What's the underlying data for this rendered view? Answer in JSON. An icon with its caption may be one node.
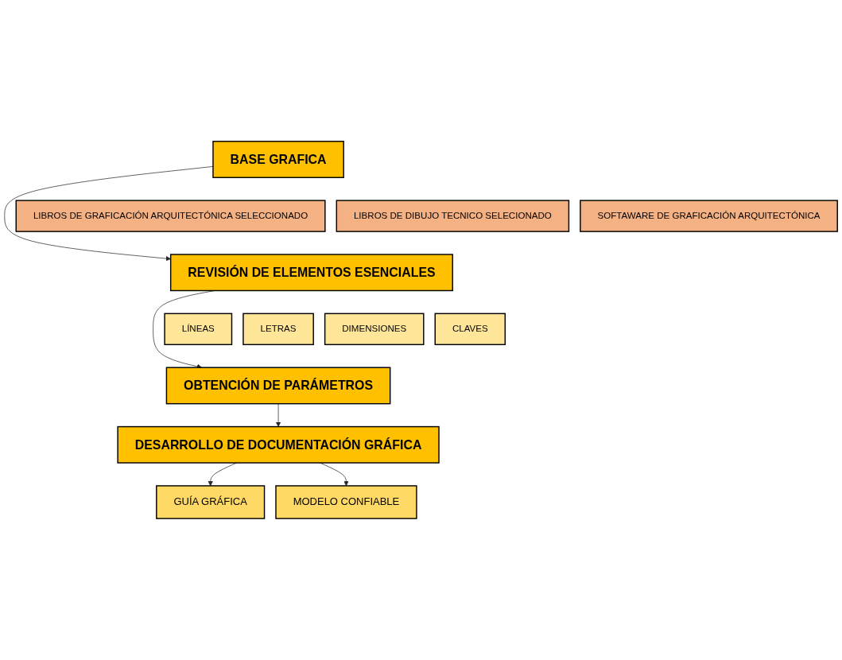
{
  "diagram": {
    "nodes": [
      {
        "text": [
          "BASE GRAFICA"
        ]
      },
      {
        "text": [
          "LIBROS DE GRAFICACIÓN ARQUITECTÓNICA SELECCIONADO"
        ]
      },
      {
        "text": [
          "LIBROS DE DIBUJO TECNICO SELECIONADO"
        ]
      },
      {
        "text": [
          "SOFTAWARE DE GRAFICACIÓN ARQUITECTÓNICA"
        ]
      },
      {
        "text": [
          "REVISIÓN DE ELEMENTOS ESENCIALES"
        ]
      },
      {
        "text": [
          "LÍNEAS"
        ]
      },
      {
        "text": [
          "LETRAS"
        ]
      },
      {
        "text": [
          "DIMENSIONES"
        ]
      },
      {
        "text": [
          "CLAVES"
        ]
      },
      {
        "text": [
          "OBTENCIÓN DE PARÁMETROS"
        ]
      },
      {
        "text": [
          "DESARROLLO DE DOCUMENTACIÓN GRÁFICA"
        ]
      },
      {
        "text": [
          "GUÍA GRÁFICA"
        ]
      },
      {
        "text": [
          "MODELO CONFIABLE"
        ]
      }
    ],
    "edges": [
      {
        "from": 0,
        "to": 4,
        "arrow": "to"
      },
      {
        "from": 4,
        "to": 9,
        "arrow": "to"
      },
      {
        "from": 9,
        "to": 10,
        "arrow": "to"
      },
      {
        "from": 10,
        "to": 11,
        "arrow": "to"
      },
      {
        "from": 10,
        "to": 12,
        "arrow": "to"
      }
    ]
  }
}
